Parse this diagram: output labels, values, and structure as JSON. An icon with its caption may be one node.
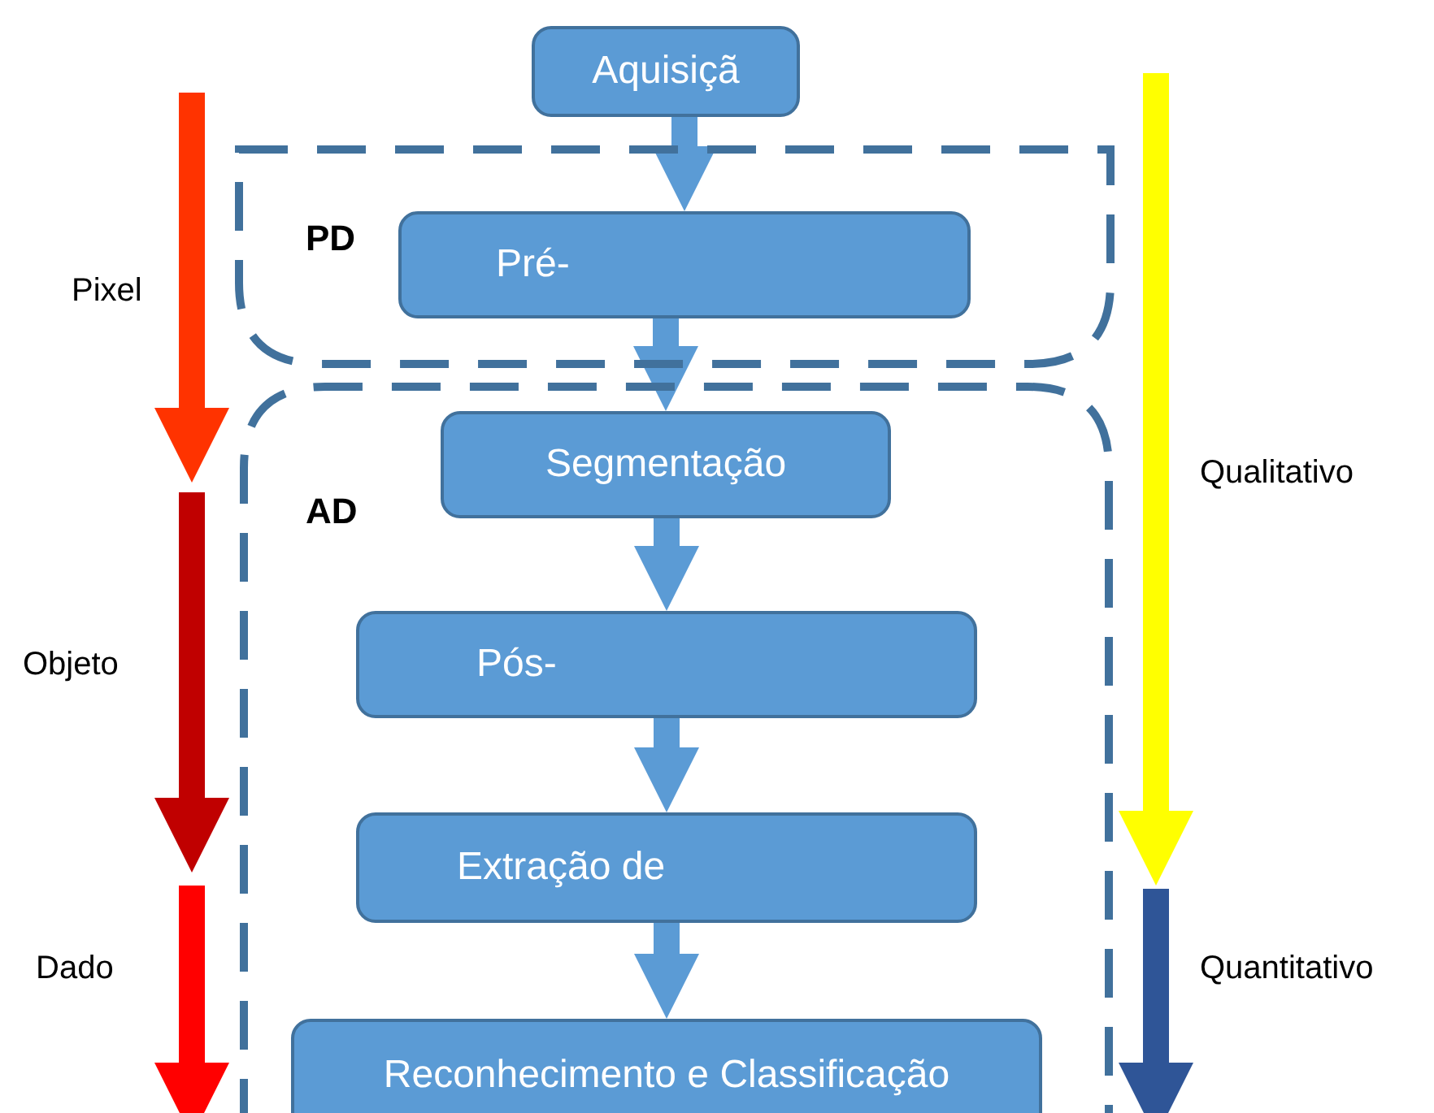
{
  "diagram": {
    "nodes": [
      {
        "text": [
          "PD"
        ]
      },
      {
        "text": [
          "AD"
        ]
      },
      {
        "text": [
          "Aquisiçã"
        ]
      },
      {
        "text": [
          "Pré-"
        ],
        "in": 0
      },
      {
        "text": [
          "Segmentação"
        ],
        "in": 1
      },
      {
        "text": [
          "Pós-"
        ],
        "in": 1
      },
      {
        "text": [
          "Extração de"
        ],
        "in": 1
      },
      {
        "text": [
          "Reconhecimento e Classificação"
        ],
        "in": 1
      }
    ],
    "edges": [
      {
        "from": 2,
        "to": 3,
        "arrow": "to"
      },
      {
        "from": 3,
        "to": 4,
        "arrow": "to"
      },
      {
        "from": 4,
        "to": 5,
        "arrow": "to"
      },
      {
        "from": 5,
        "to": 6,
        "arrow": "to"
      },
      {
        "from": 6,
        "to": 7,
        "arrow": "to"
      }
    ],
    "labels": [
      "Pixel",
      "Qualitativo",
      "Objeto",
      "Dado",
      "Quantitativo"
    ]
  }
}
